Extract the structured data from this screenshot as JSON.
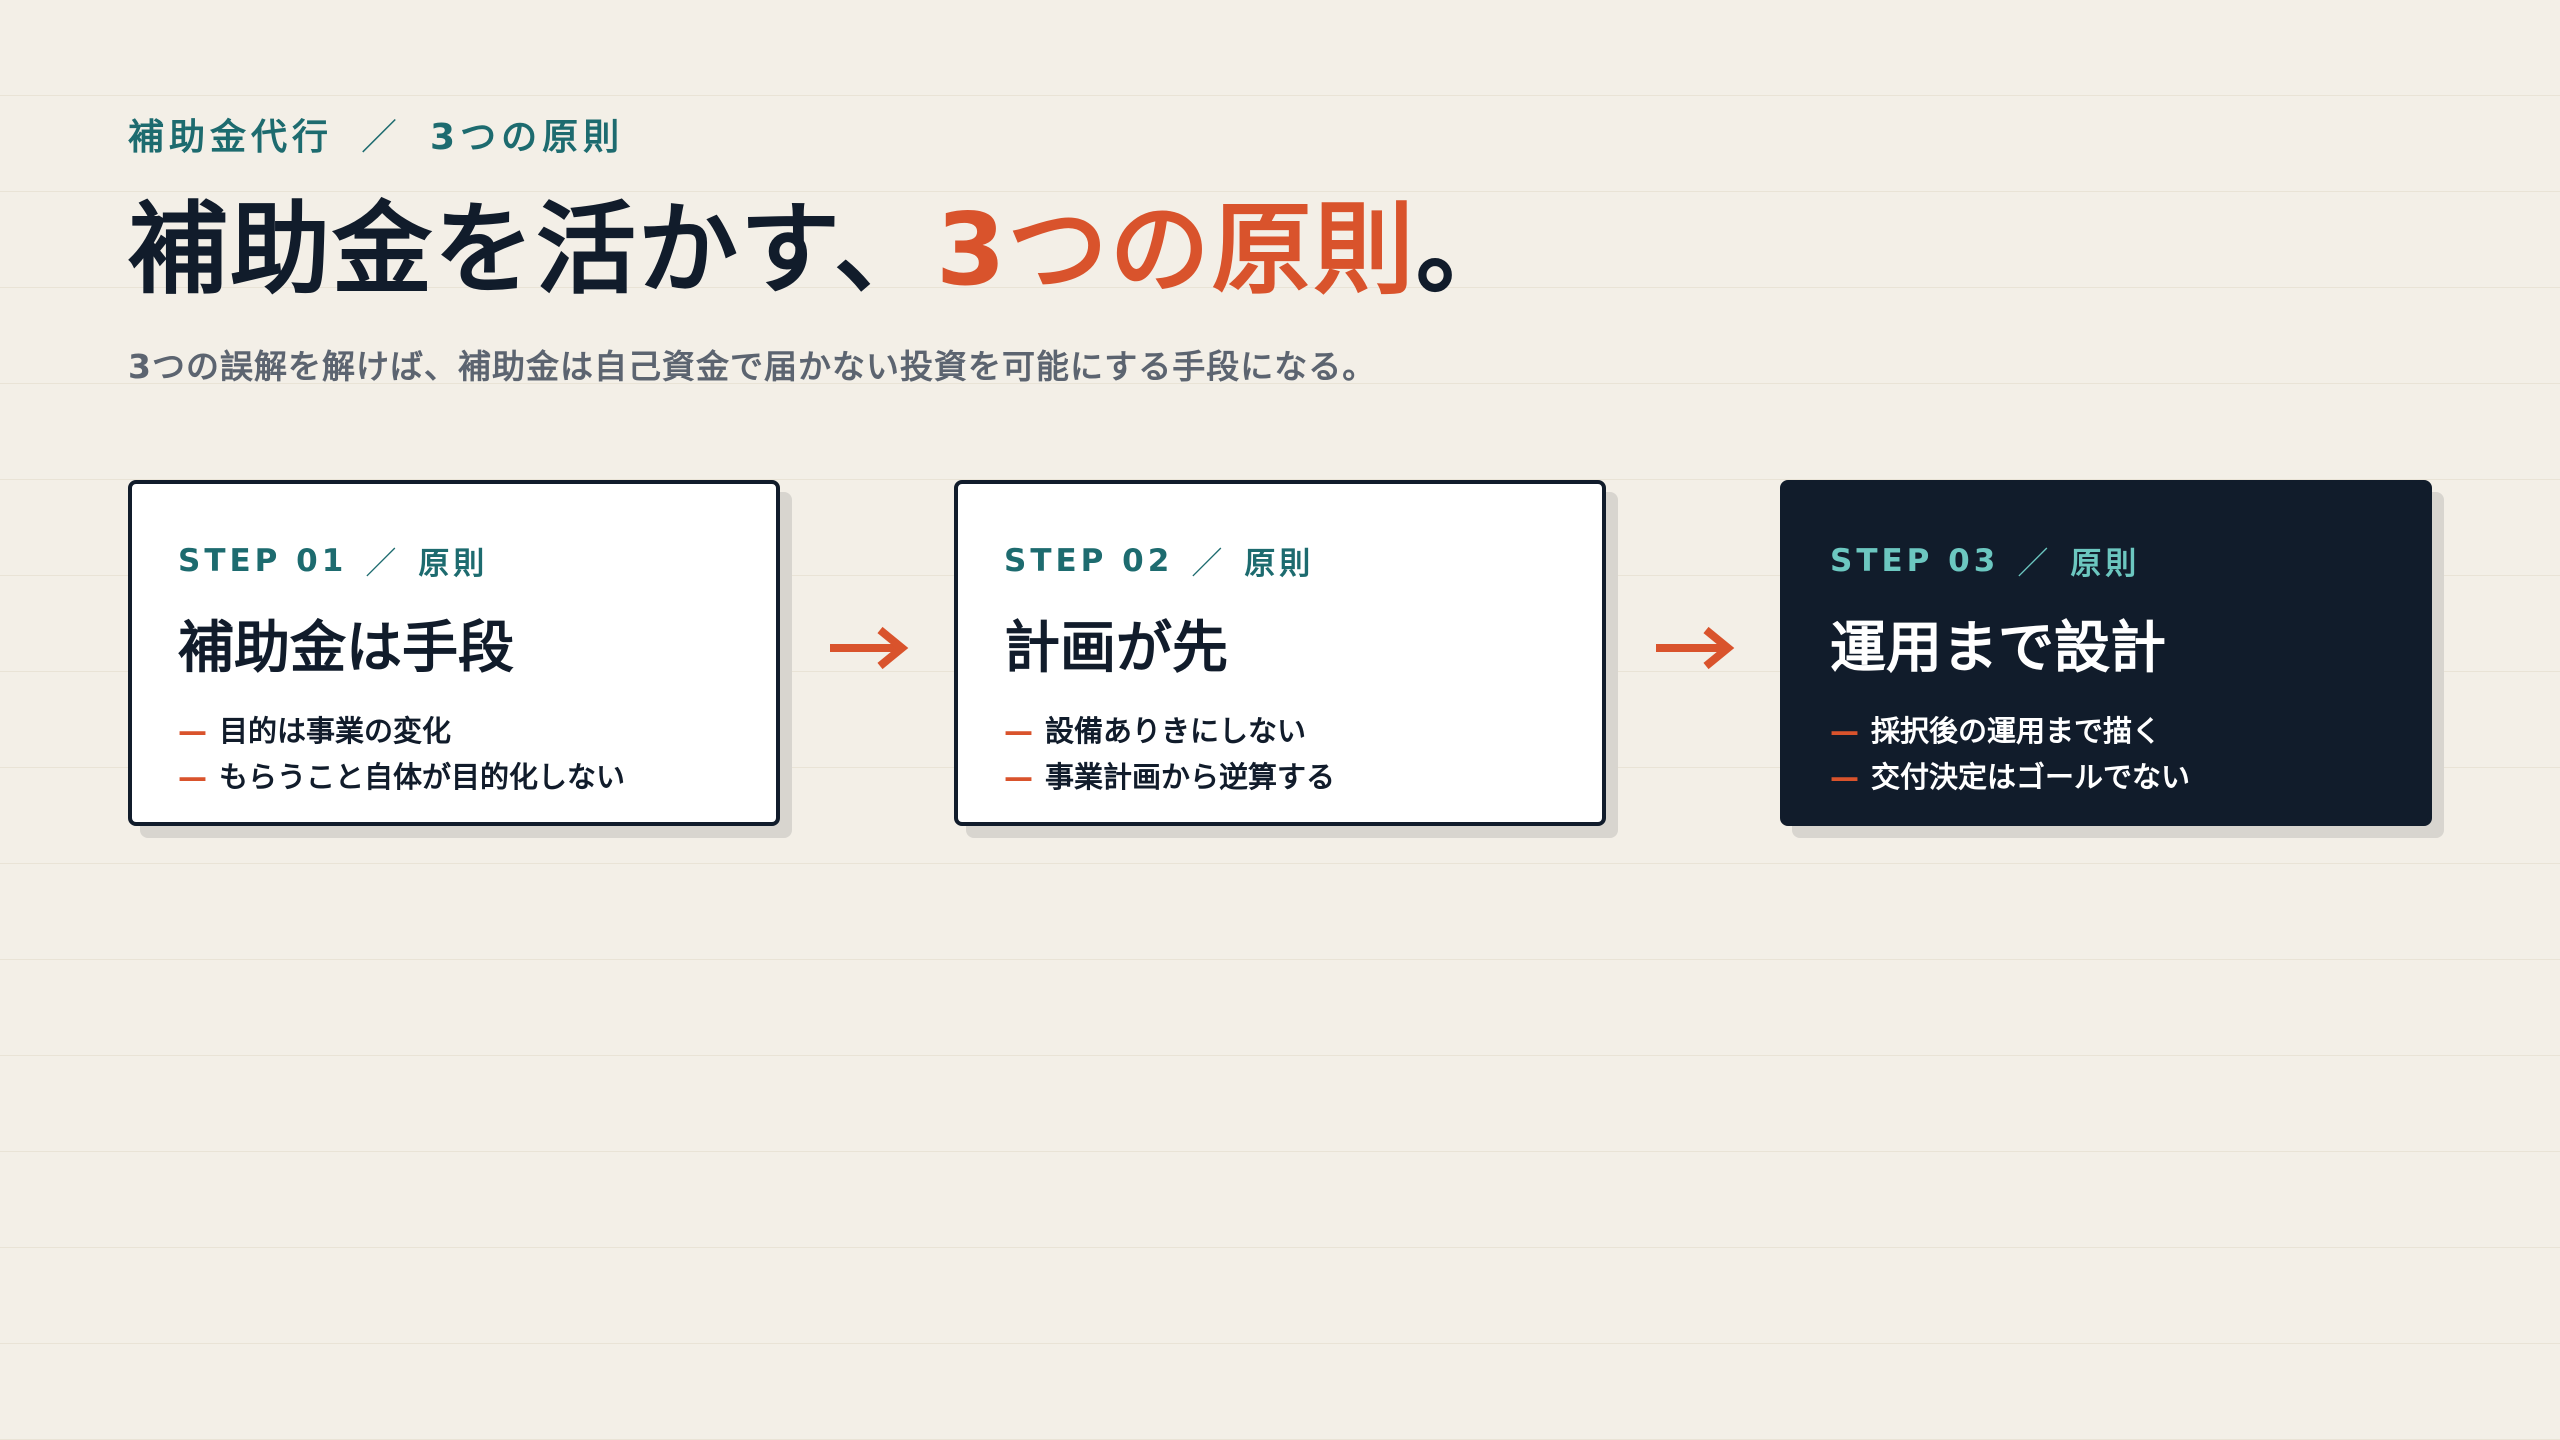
{
  "header": {
    "eyebrow_primary": "補助金代行",
    "eyebrow_separator": "／",
    "eyebrow_secondary": "3つの原則",
    "title_main": "補助金を活かす、",
    "title_accent": "3つの原則",
    "title_end": "。",
    "subtitle": "3つの誤解を解けば、補助金は自己資金で届かない投資を可能にする手段になる。"
  },
  "steps": [
    {
      "step_label": "STEP 01",
      "separator": "／",
      "category": "原則",
      "title": "補助金は手段",
      "points": [
        "目的は事業の変化",
        "もらうこと自体が目的化しない"
      ]
    },
    {
      "step_label": "STEP 02",
      "separator": "／",
      "category": "原則",
      "title": "計画が先",
      "points": [
        "設備ありきにしない",
        "事業計画から逆算する"
      ]
    },
    {
      "step_label": "STEP 03",
      "separator": "／",
      "category": "原則",
      "title": "運用まで設計",
      "points": [
        "採択後の運用まで描く",
        "交付決定はゴールでない"
      ]
    }
  ],
  "bullet_dash": "—",
  "icons": {
    "step_connector": "arrow-right-icon"
  },
  "colors": {
    "background": "#f3efe7",
    "ink": "#111c2b",
    "accent": "#d9532c",
    "teal": "#1d6b6f",
    "teal_light": "#6cc7c0",
    "muted": "#5c6470",
    "card_dark": "#111c2b"
  }
}
